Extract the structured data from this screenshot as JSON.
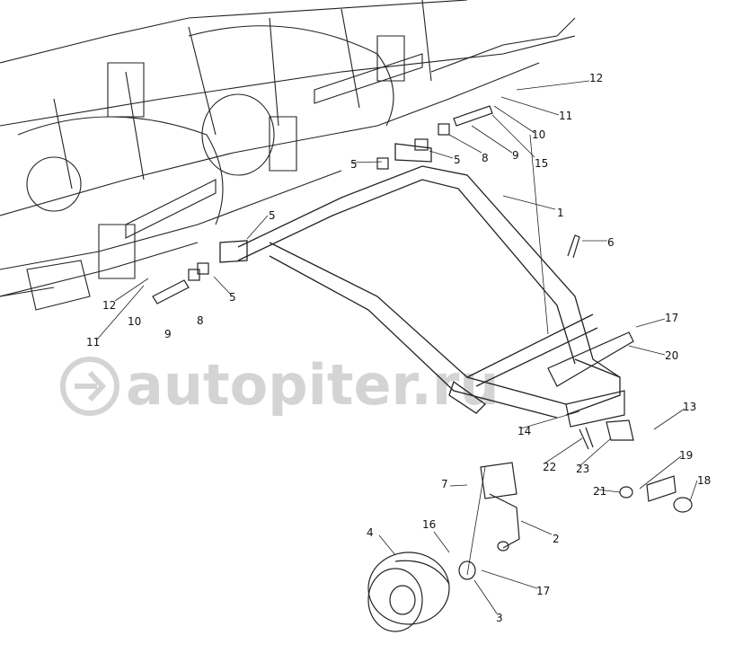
{
  "watermark": "autopiter.ru",
  "callouts": [
    {
      "id": "12a",
      "text": "12"
    },
    {
      "id": "11a",
      "text": "11"
    },
    {
      "id": "10a",
      "text": "10"
    },
    {
      "id": "9a",
      "text": "9"
    },
    {
      "id": "15",
      "text": "15"
    },
    {
      "id": "8a",
      "text": "8"
    },
    {
      "id": "5a",
      "text": "5"
    },
    {
      "id": "5b",
      "text": "5"
    },
    {
      "id": "1",
      "text": "1"
    },
    {
      "id": "6",
      "text": "6"
    },
    {
      "id": "5c",
      "text": "5"
    },
    {
      "id": "5d",
      "text": "5"
    },
    {
      "id": "12b",
      "text": "12"
    },
    {
      "id": "11b",
      "text": "11"
    },
    {
      "id": "10b",
      "text": "10"
    },
    {
      "id": "9b",
      "text": "9"
    },
    {
      "id": "8b",
      "text": "8"
    },
    {
      "id": "17a",
      "text": "17"
    },
    {
      "id": "20",
      "text": "20"
    },
    {
      "id": "14",
      "text": "14"
    },
    {
      "id": "13",
      "text": "13"
    },
    {
      "id": "22",
      "text": "22"
    },
    {
      "id": "23",
      "text": "23"
    },
    {
      "id": "19",
      "text": "19"
    },
    {
      "id": "7",
      "text": "7"
    },
    {
      "id": "21",
      "text": "21"
    },
    {
      "id": "18",
      "text": "18"
    },
    {
      "id": "2",
      "text": "2"
    },
    {
      "id": "4",
      "text": "4"
    },
    {
      "id": "16",
      "text": "16"
    },
    {
      "id": "17b",
      "text": "17"
    },
    {
      "id": "3",
      "text": "3"
    }
  ]
}
